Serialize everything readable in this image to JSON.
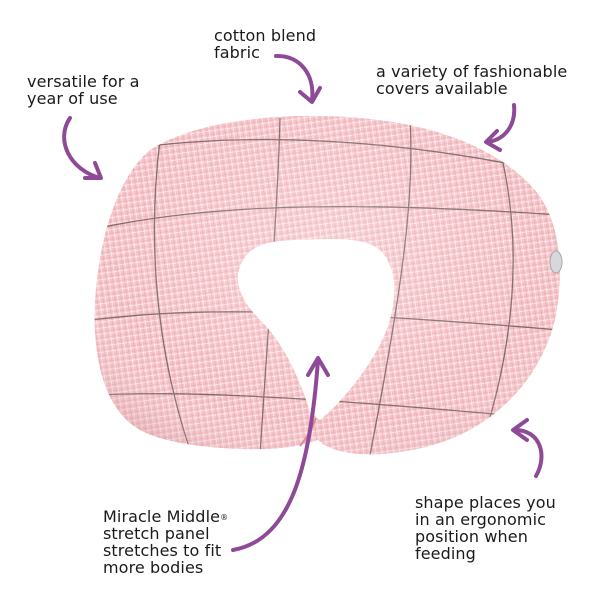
{
  "labels": {
    "cotton": "cotton blend\nfabric",
    "versatile": "versatile for a\nyear of use",
    "variety": "a variety of fashionable\ncovers available",
    "miracle_name": "Miracle Middle",
    "miracle_mark": "®",
    "miracle_rest": "\nstretch panel\nstretches to fit\nmore bodies",
    "shape": "shape places you\nin an ergonomic\nposition when\nfeeding"
  },
  "colors": {
    "arrow": "#8e4a97",
    "pillow_fill": "#f4c3c8",
    "pillow_shadow": "#e8a9b0",
    "plaid_line": "#6e5a5c",
    "plaid_fine": "#ffffff",
    "text": "#1a1a1a"
  },
  "icons": [
    "curved-arrow-icon",
    "zipper-pull-icon"
  ]
}
